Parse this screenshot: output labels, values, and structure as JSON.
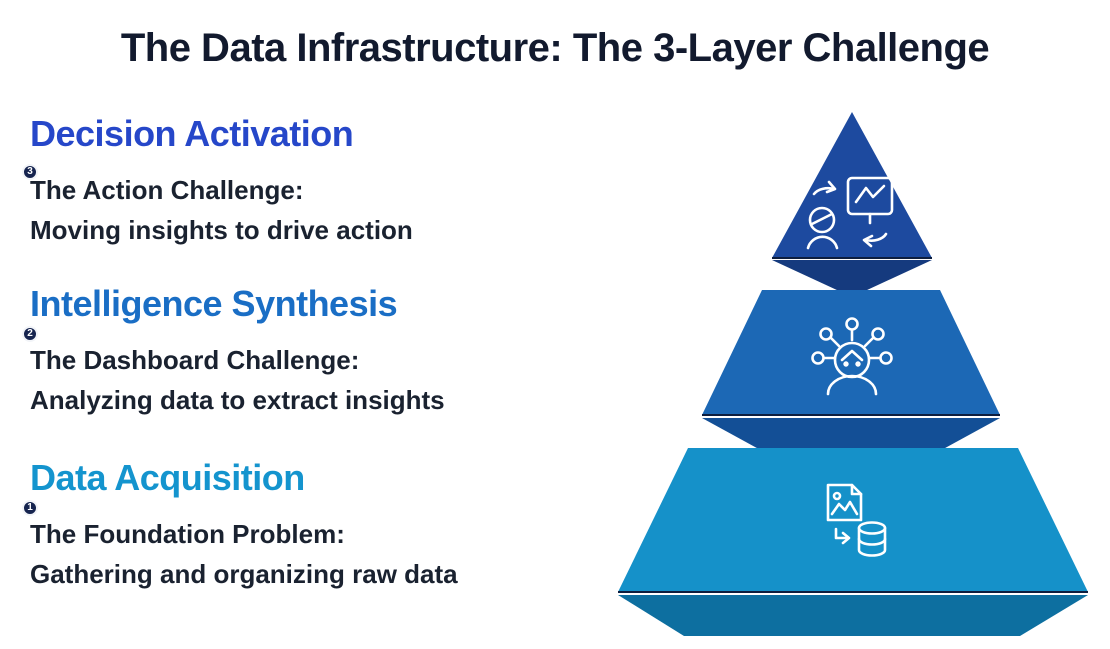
{
  "title": "The Data Infrastructure: The 3-Layer Challenge",
  "colors": {
    "title_text": "#121a2e",
    "body_text": "#1a2230",
    "layer_top": "#1d4a9f",
    "layer_top_edge": "#153a7e",
    "layer_mid": "#1c68b5",
    "layer_mid_edge": "#134f96",
    "layer_bottom": "#1591c9",
    "layer_bottom_edge": "#0d6fa0"
  },
  "layers": [
    {
      "number": "3",
      "heading": "Decision Activation",
      "heading_color": "#2647c9",
      "challenge": "The Action Challenge:",
      "description": "Moving insights to drive action",
      "color": "#1d4a9f",
      "edge_color": "#153a7e",
      "icon": "person-chart-cycle-icon"
    },
    {
      "number": "2",
      "heading": "Intelligence Synthesis",
      "heading_color": "#1a6ec5",
      "challenge": "The Dashboard Challenge:",
      "description": "Analyzing data to extract insights",
      "color": "#1c68b5",
      "edge_color": "#134f96",
      "icon": "insight-head-icon"
    },
    {
      "number": "1",
      "heading": "Data Acquisition",
      "heading_color": "#1494ce",
      "challenge": "The Foundation Problem:",
      "description": "Gathering and organizing raw data",
      "color": "#1591c9",
      "edge_color": "#0d6fa0",
      "icon": "image-to-database-icon"
    }
  ]
}
